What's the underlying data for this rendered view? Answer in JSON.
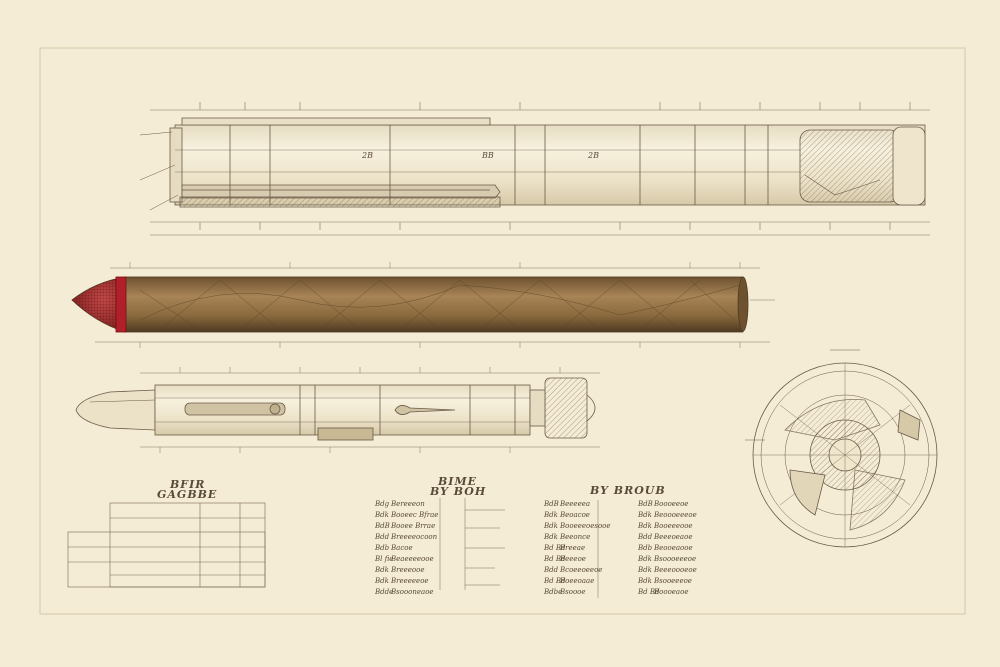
{
  "colors": {
    "paper": "#f4ecd4",
    "ink": "#6b5a48",
    "wrapper": "#8a6a3e",
    "band": "#b0202a",
    "tip": "#a02a2a"
  },
  "labels": {
    "pen_top": [
      "2B",
      "BB",
      "2B"
    ],
    "left_table_title": [
      "BFIR",
      "GAGBBE"
    ],
    "mid_table_title": [
      "BIME",
      "BY BOH"
    ],
    "right_table_title": "BY BROUB"
  },
  "tables": {
    "mid": [
      {
        "code": "Bdg",
        "text": "Bereeeon"
      },
      {
        "code": "Bdk",
        "text": "Booeec Bfrae"
      },
      {
        "code": "BdB",
        "text": "Booee Brrae"
      },
      {
        "code": "Bdd",
        "text": "Breeeeocoon"
      },
      {
        "code": "Bdb",
        "text": "Bacoe"
      },
      {
        "code": "Bl fie",
        "text": "Beaeeeeooe"
      },
      {
        "code": "Bdk",
        "text": "Breeeooe"
      },
      {
        "code": "Bdk",
        "text": "Breeeeeoe"
      },
      {
        "code": "Bdde",
        "text": "Bsoooneaoe"
      }
    ],
    "right_a": [
      {
        "code": "BdB",
        "text": "Beeeeea"
      },
      {
        "code": "Bdk",
        "text": "Beoacoe"
      },
      {
        "code": "Bdk",
        "text": "Booeeeoesooe"
      },
      {
        "code": "Bdk",
        "text": "Beeonce"
      },
      {
        "code": "Bd Bd",
        "text": "Breeae"
      },
      {
        "code": "Bd Bd",
        "text": "Beeeoe"
      },
      {
        "code": "Bdd",
        "text": "Bcoeeoeeoe"
      },
      {
        "code": "Bd Bd",
        "text": "Boeeoaae"
      },
      {
        "code": "Bdbe",
        "text": "Bsoooe"
      }
    ],
    "right_b": [
      {
        "code": "BdB",
        "text": "Boooeeoe"
      },
      {
        "code": "Bdk",
        "text": "Beoooeeeoe"
      },
      {
        "code": "Bdk",
        "text": "Booeeeooe"
      },
      {
        "code": "Bdd",
        "text": "Beeeoeaoe"
      },
      {
        "code": "Bdb",
        "text": "Beooeaooe"
      },
      {
        "code": "Bdk",
        "text": "Bsoooeeeoe"
      },
      {
        "code": "Bdk",
        "text": "Beeeoooeoe"
      },
      {
        "code": "Bdk",
        "text": "Bsooeeeoe"
      },
      {
        "code": "Bd Bd",
        "text": "Boooeaoe"
      }
    ]
  }
}
